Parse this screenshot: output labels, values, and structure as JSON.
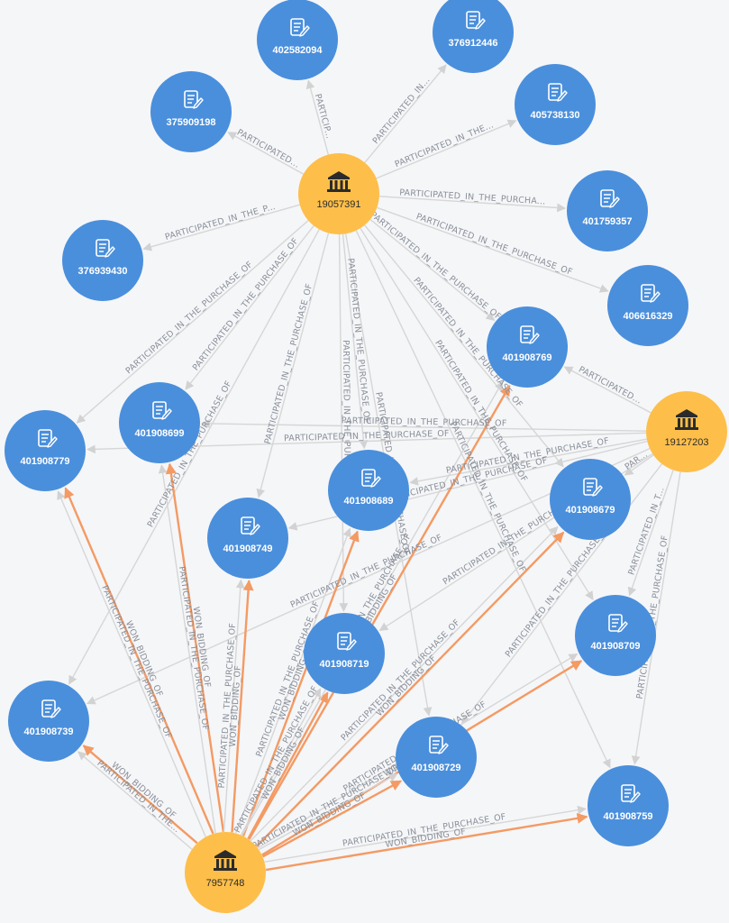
{
  "graph": {
    "colors": {
      "background": "#f5f6f8",
      "contract_node": "#4a8fdc",
      "organization_node": "#fdbf4a",
      "participated_edge": "#d6d6d6",
      "won_edge": "#f49a63",
      "edge_label": "#8a8f99"
    },
    "nodes": [
      {
        "id": "402582094",
        "label": "402582094",
        "type": "contract",
        "icon": "document-edit-icon"
      },
      {
        "id": "376912446",
        "label": "376912446",
        "type": "contract",
        "icon": "document-edit-icon"
      },
      {
        "id": "375909198",
        "label": "375909198",
        "type": "contract",
        "icon": "document-edit-icon"
      },
      {
        "id": "405738130",
        "label": "405738130",
        "type": "contract",
        "icon": "document-edit-icon"
      },
      {
        "id": "19057391",
        "label": "19057391",
        "type": "organization",
        "icon": "bank-icon"
      },
      {
        "id": "401759357",
        "label": "401759357",
        "type": "contract",
        "icon": "document-edit-icon"
      },
      {
        "id": "376939430",
        "label": "376939430",
        "type": "contract",
        "icon": "document-edit-icon"
      },
      {
        "id": "406616329",
        "label": "406616329",
        "type": "contract",
        "icon": "document-edit-icon"
      },
      {
        "id": "401908769",
        "label": "401908769",
        "type": "contract",
        "icon": "document-edit-icon"
      },
      {
        "id": "19127203",
        "label": "19127203",
        "type": "organization",
        "icon": "bank-icon"
      },
      {
        "id": "401908699",
        "label": "401908699",
        "type": "contract",
        "icon": "document-edit-icon"
      },
      {
        "id": "401908779",
        "label": "401908779",
        "type": "contract",
        "icon": "document-edit-icon"
      },
      {
        "id": "401908689",
        "label": "401908689",
        "type": "contract",
        "icon": "document-edit-icon"
      },
      {
        "id": "401908679",
        "label": "401908679",
        "type": "contract",
        "icon": "document-edit-icon"
      },
      {
        "id": "401908749",
        "label": "401908749",
        "type": "contract",
        "icon": "document-edit-icon"
      },
      {
        "id": "401908709",
        "label": "401908709",
        "type": "contract",
        "icon": "document-edit-icon"
      },
      {
        "id": "401908719",
        "label": "401908719",
        "type": "contract",
        "icon": "document-edit-icon"
      },
      {
        "id": "401908739",
        "label": "401908739",
        "type": "contract",
        "icon": "document-edit-icon"
      },
      {
        "id": "401908729",
        "label": "401908729",
        "type": "contract",
        "icon": "document-edit-icon"
      },
      {
        "id": "401908759",
        "label": "401908759",
        "type": "contract",
        "icon": "document-edit-icon"
      },
      {
        "id": "7957748",
        "label": "7957748",
        "type": "organization",
        "icon": "bank-icon"
      }
    ],
    "edges": [
      {
        "source": "19057391",
        "target": "402582094",
        "label": "PARTICIP...",
        "kind": "participated"
      },
      {
        "source": "19057391",
        "target": "376912446",
        "label": "PARTICIPATED_IN...",
        "kind": "participated"
      },
      {
        "source": "19057391",
        "target": "375909198",
        "label": "PARTICIPATED...",
        "kind": "participated"
      },
      {
        "source": "19057391",
        "target": "405738130",
        "label": "PARTICIPATED_IN_THE...",
        "kind": "participated"
      },
      {
        "source": "19057391",
        "target": "401759357",
        "label": "PARTICIPATED_IN_THE_PURCHA...",
        "kind": "participated"
      },
      {
        "source": "19057391",
        "target": "376939430",
        "label": "PARTICIPATED_IN_THE_P...",
        "kind": "participated"
      },
      {
        "source": "19057391",
        "target": "406616329",
        "label": "PARTICIPATED_IN_THE_PURCHASE_OF",
        "kind": "participated"
      },
      {
        "source": "19057391",
        "target": "401908769",
        "label": "PARTICIPATED_IN_THE_PURCHASE_OF",
        "kind": "participated"
      },
      {
        "source": "19057391",
        "target": "401908779",
        "label": "PARTICIPATED_IN_THE_PURCHASE_OF",
        "kind": "participated"
      },
      {
        "source": "19057391",
        "target": "401908699",
        "label": "PARTICIPATED_IN_THE_PURCHASE_OF",
        "kind": "participated"
      },
      {
        "source": "19057391",
        "target": "401908749",
        "label": "PARTICIPATED_IN_THE_PURCHASE_OF",
        "kind": "participated"
      },
      {
        "source": "19057391",
        "target": "401908689",
        "label": "PARTICIPATED_IN_THE_PURCHASE_OF",
        "kind": "participated"
      },
      {
        "source": "19057391",
        "target": "401908719",
        "label": "PARTICIPATED_IN_THE_PURCHASE_OF",
        "kind": "participated"
      },
      {
        "source": "19057391",
        "target": "401908739",
        "label": "PARTICIPATED_IN_THE_PURCHASE_OF",
        "kind": "participated"
      },
      {
        "source": "19057391",
        "target": "401908729",
        "label": "PARTICIPATED_IN_THE_PURCHASE_OF",
        "kind": "participated"
      },
      {
        "source": "19057391",
        "target": "401908679",
        "label": "PARTICIPATED_IN_THE_PURCHASE_OF",
        "kind": "participated"
      },
      {
        "source": "19057391",
        "target": "401908709",
        "label": "PARTICIPATED_IN_THE_PURCHASE_OF",
        "kind": "participated"
      },
      {
        "source": "19057391",
        "target": "401908759",
        "label": "PARTICIPATED_IN_THE_PURCHASE_OF",
        "kind": "participated"
      },
      {
        "source": "19127203",
        "target": "401908769",
        "label": "PARTICIPATED...",
        "kind": "participated"
      },
      {
        "source": "19127203",
        "target": "401908699",
        "label": "PARTICIPATED_IN_THE_PURCHASE_OF",
        "kind": "participated"
      },
      {
        "source": "19127203",
        "target": "401908779",
        "label": "PARTICIPATED_IN_THE_PURCHASE_OF",
        "kind": "participated"
      },
      {
        "source": "19127203",
        "target": "401908689",
        "label": "PARTICIPATED_IN_THE_PURCHASE_OF",
        "kind": "participated"
      },
      {
        "source": "19127203",
        "target": "401908679",
        "label": "PAR...",
        "kind": "participated"
      },
      {
        "source": "19127203",
        "target": "401908749",
        "label": "PARTICIPATED_IN_THE_PURCHASE_OF",
        "kind": "participated"
      },
      {
        "source": "19127203",
        "target": "401908719",
        "label": "PARTICIPATED_IN_THE_PURCHASE_OF",
        "kind": "participated"
      },
      {
        "source": "19127203",
        "target": "401908739",
        "label": "PARTICIPATED_IN_THE_PURCHASE_OF",
        "kind": "participated"
      },
      {
        "source": "19127203",
        "target": "401908709",
        "label": "PARTICIPATED_IN_T...",
        "kind": "participated"
      },
      {
        "source": "19127203",
        "target": "401908729",
        "label": "PARTICIPATED_IN_THE_PURCHASE_OF",
        "kind": "participated"
      },
      {
        "source": "19127203",
        "target": "401908759",
        "label": "PARTICIPATED_IN_THE_PURCHASE_OF",
        "kind": "participated"
      },
      {
        "source": "7957748",
        "target": "401908739",
        "label": "PARTICIPATED_IN_THE...",
        "kind": "participated"
      },
      {
        "source": "7957748",
        "target": "401908739",
        "label": "WON_BIDDING_OF",
        "kind": "won"
      },
      {
        "source": "7957748",
        "target": "401908779",
        "label": "PARTICIPATED_IN_THE_PURCHASE_OF",
        "kind": "participated"
      },
      {
        "source": "7957748",
        "target": "401908779",
        "label": "WON_BIDDING_OF",
        "kind": "won"
      },
      {
        "source": "7957748",
        "target": "401908699",
        "label": "PARTICIPATED_IN_THE_PURCHASE_OF",
        "kind": "participated"
      },
      {
        "source": "7957748",
        "target": "401908699",
        "label": "WON_BIDDING_OF",
        "kind": "won"
      },
      {
        "source": "7957748",
        "target": "401908749",
        "label": "PARTICIPATED_IN_THE_PURCHASE_OF",
        "kind": "participated"
      },
      {
        "source": "7957748",
        "target": "401908749",
        "label": "WON_BIDDING_OF",
        "kind": "won"
      },
      {
        "source": "7957748",
        "target": "401908689",
        "label": "PARTICIPATED_IN_THE_PURCHASE_OF",
        "kind": "participated"
      },
      {
        "source": "7957748",
        "target": "401908689",
        "label": "WON_BIDDING_OF",
        "kind": "won"
      },
      {
        "source": "7957748",
        "target": "401908719",
        "label": "PARTICIPATED_IN_THE_PURCHASE_OF",
        "kind": "participated"
      },
      {
        "source": "7957748",
        "target": "401908719",
        "label": "WON_BIDDING_OF",
        "kind": "won"
      },
      {
        "source": "7957748",
        "target": "401908769",
        "label": "PARTICIPATED_IN_THE_PURCHASE_OF",
        "kind": "participated"
      },
      {
        "source": "7957748",
        "target": "401908769",
        "label": "WON_BIDDING_OF",
        "kind": "won"
      },
      {
        "source": "7957748",
        "target": "401908679",
        "label": "PARTICIPATED_IN_THE_PURCHASE_OF",
        "kind": "participated"
      },
      {
        "source": "7957748",
        "target": "401908679",
        "label": "WON_BIDDING_OF",
        "kind": "won"
      },
      {
        "source": "7957748",
        "target": "401908709",
        "label": "PARTICIPATED_IN_THE_PURCHASE_OF",
        "kind": "participated"
      },
      {
        "source": "7957748",
        "target": "401908709",
        "label": "WON_BIDDING_OF",
        "kind": "won"
      },
      {
        "source": "7957748",
        "target": "401908729",
        "label": "PARTICIPATED_IN_THE_PURCHASE_OF",
        "kind": "participated"
      },
      {
        "source": "7957748",
        "target": "401908729",
        "label": "WON_BIDDING_OF",
        "kind": "won"
      },
      {
        "source": "7957748",
        "target": "401908759",
        "label": "PARTICIPATED_IN_THE_PURCHASE_OF",
        "kind": "participated"
      },
      {
        "source": "7957748",
        "target": "401908759",
        "label": "WON_BIDDING_OF",
        "kind": "won"
      }
    ]
  }
}
